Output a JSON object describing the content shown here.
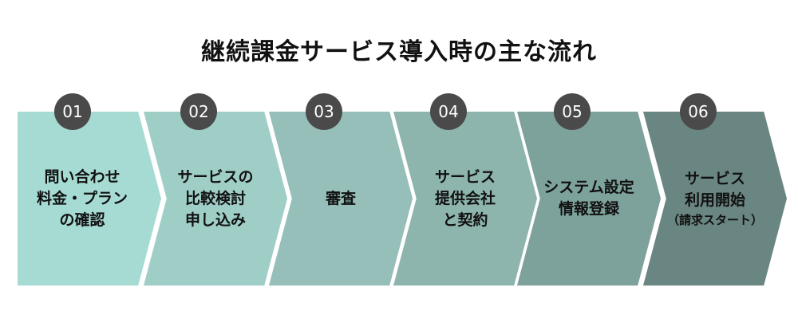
{
  "title": "継続課金サービス導入時の主な流れ",
  "steps": [
    {
      "number": "01",
      "lines": [
        "問い合わせ",
        "料金・プラン",
        "の確認"
      ],
      "color": "#a6dbd3"
    },
    {
      "number": "02",
      "lines": [
        "サービスの",
        "比較検討",
        "申し込み"
      ],
      "color": "#9fcec7"
    },
    {
      "number": "03",
      "lines": [
        "審査"
      ],
      "color": "#95bfb8"
    },
    {
      "number": "04",
      "lines": [
        "サービス",
        "提供会社",
        "と契約"
      ],
      "color": "#8db5ae"
    },
    {
      "number": "05",
      "lines": [
        "システム設定",
        "情報登録"
      ],
      "color": "#7da19b"
    },
    {
      "number": "06",
      "lines": [
        "サービス",
        "利用開始"
      ],
      "sub": "（請求スタート）",
      "color": "#6a8682"
    }
  ]
}
